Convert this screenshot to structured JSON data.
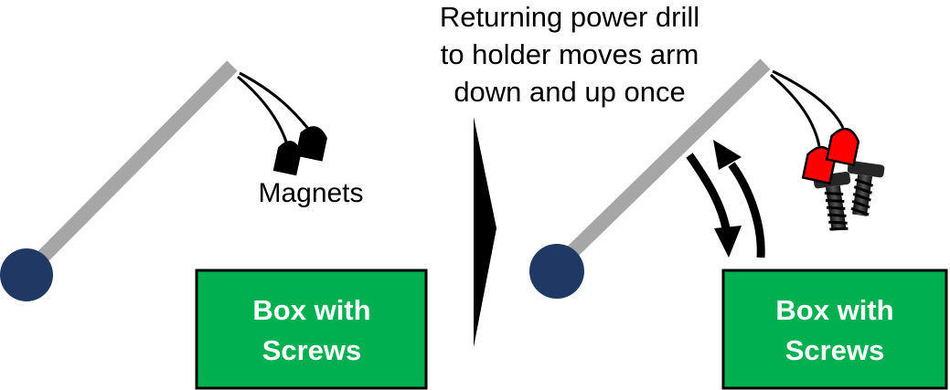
{
  "caption": {
    "lines": [
      "Returning power drill",
      "to holder moves arm",
      "down and up once"
    ]
  },
  "left_panel": {
    "magnets_label": "Magnets",
    "box": {
      "lines": [
        "Box with",
        "Screws"
      ]
    }
  },
  "right_panel": {
    "box": {
      "lines": [
        "Box with",
        "Screws"
      ]
    }
  },
  "colors": {
    "arm": "#a6a6a6",
    "pivot": "#1f3864",
    "box_fill": "#00b050",
    "box_border": "#000000",
    "magnet_idle": "#000000",
    "magnet_active": "#ff0000",
    "screw": "#262626"
  },
  "icons": {
    "transition_arrow": "triangle-right-icon",
    "motion_arrows": "down-up-arrows-icon",
    "magnets": "magnet-icon",
    "screws": "screw-icon"
  }
}
